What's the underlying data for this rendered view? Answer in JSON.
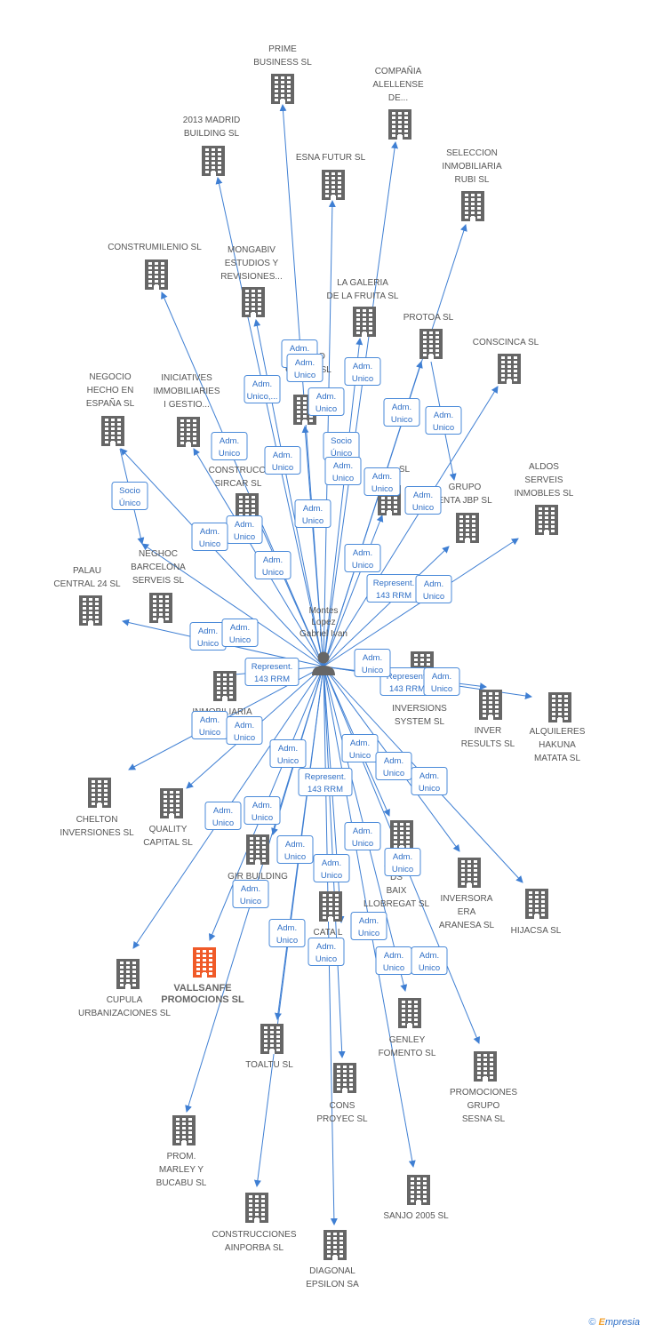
{
  "person": {
    "name_lines": [
      "Montes",
      "Lopez",
      "Gabriel Ivan"
    ]
  },
  "nodes": [
    {
      "id": "prime",
      "lines": [
        "PRIME",
        "BUSINESS SL"
      ]
    },
    {
      "id": "alellense",
      "lines": [
        "COMPAÑIA",
        "ALELLENSE",
        "DE..."
      ]
    },
    {
      "id": "madrid2013",
      "lines": [
        "2013 MADRID",
        "BUILDING SL"
      ]
    },
    {
      "id": "esna",
      "lines": [
        "ESNA FUTUR SL"
      ]
    },
    {
      "id": "seleccion",
      "lines": [
        "SELECCION",
        "INMOBILIARIA",
        "RUBI SL"
      ]
    },
    {
      "id": "construmilenio",
      "lines": [
        "CONSTRUMILENIO SL"
      ]
    },
    {
      "id": "mongabiv",
      "lines": [
        "MONGABIV",
        "ESTUDIOS Y",
        "REVISIONES..."
      ]
    },
    {
      "id": "galeria",
      "lines": [
        "LA GALERIA",
        "DE LA FRUITA SL"
      ]
    },
    {
      "id": "protoa",
      "lines": [
        "PROTOA SL"
      ]
    },
    {
      "id": "conscinca",
      "lines": [
        "CONSCINCA SL"
      ]
    },
    {
      "id": "negocio",
      "lines": [
        "NEGOCIO",
        "HECHO EN",
        "ESPAÑA SL"
      ]
    },
    {
      "id": "iniciatives",
      "lines": [
        "INICIATIVES",
        "IMMOBILIARIES",
        "I GESTIO..."
      ]
    },
    {
      "id": "gestio",
      "lines": [
        "GESTIO",
        "OGUER SL"
      ]
    },
    {
      "id": "sircar",
      "lines": [
        "CONSTRUCCI",
        "SIRCAR SL"
      ]
    },
    {
      "id": "sl530",
      "lines": [
        "SL"
      ]
    },
    {
      "id": "grupo",
      "lines": [
        "GRUPO",
        "ENTA JBP SL"
      ]
    },
    {
      "id": "aldos",
      "lines": [
        "ALDOS",
        "SERVEIS",
        "INMOBLES SL"
      ]
    },
    {
      "id": "neghoc",
      "lines": [
        "NEGHOC",
        "BARCELONA",
        "SERVEIS SL"
      ]
    },
    {
      "id": "palau",
      "lines": [
        "PALAU",
        "CENTRAL 24 SL"
      ]
    },
    {
      "id": "inversions",
      "lines": [
        "INVERSIONS",
        "SYSTEM  SL"
      ]
    },
    {
      "id": "inver",
      "lines": [
        "INVER",
        "RESULTS SL"
      ]
    },
    {
      "id": "alquileres",
      "lines": [
        "ALQUILERES",
        "HAKUNA",
        "MATATA SL"
      ]
    },
    {
      "id": "inmobiliaria",
      "lines": [
        "INMOBILIARIA"
      ]
    },
    {
      "id": "chelton",
      "lines": [
        "CHELTON",
        "INVERSIONES SL"
      ]
    },
    {
      "id": "quality",
      "lines": [
        "QUALITY",
        "CAPITAL SL"
      ]
    },
    {
      "id": "gir",
      "lines": [
        "GIR BUILDING",
        "CO..."
      ]
    },
    {
      "id": "autos",
      "lines": [
        "AUTO",
        "DS",
        "BAIX",
        "LLOBREGAT SL"
      ]
    },
    {
      "id": "inversora",
      "lines": [
        "INVERSORA",
        "ERA",
        "ARANESA SL"
      ]
    },
    {
      "id": "hijacsa",
      "lines": [
        "HIJACSA SL"
      ]
    },
    {
      "id": "catal",
      "lines": [
        "CATA L",
        "EZ"
      ]
    },
    {
      "id": "cupula",
      "lines": [
        "CUPULA",
        "URBANIZACIONES SL"
      ]
    },
    {
      "id": "vallsanfe",
      "lines": [
        "VALLSANFE",
        "PROMOCIONS SL"
      ]
    },
    {
      "id": "genley",
      "lines": [
        "GENLEY",
        "FOMENTO SL"
      ]
    },
    {
      "id": "toaltu",
      "lines": [
        "TOALTU SL"
      ]
    },
    {
      "id": "promociones",
      "lines": [
        "PROMOCIONES",
        "GRUPO",
        "SESNA SL"
      ]
    },
    {
      "id": "cons",
      "lines": [
        "CONS",
        "PROYEC SL"
      ]
    },
    {
      "id": "marley",
      "lines": [
        "PROM.",
        "MARLEY Y",
        "BUCABU SL"
      ]
    },
    {
      "id": "sanjo",
      "lines": [
        "SANJO 2005 SL"
      ]
    },
    {
      "id": "ainporba",
      "lines": [
        "CONSTRUCCIONES",
        "AINPORBA SL"
      ]
    },
    {
      "id": "diagonal",
      "lines": [
        "DIAGONAL",
        "EPSILON SA"
      ]
    }
  ],
  "roles": [
    {
      "lines": [
        "Adm.",
        "Unico"
      ]
    },
    {
      "lines": [
        "Adm.",
        "Unico,..."
      ]
    },
    {
      "lines": [
        "Adm.",
        "Unico"
      ]
    },
    {
      "lines": [
        "Adm.",
        "Unico"
      ]
    },
    {
      "lines": [
        "Adm.",
        "Unico"
      ]
    },
    {
      "lines": [
        "Adm.",
        "Unico"
      ]
    },
    {
      "lines": [
        "Socio",
        "Único"
      ]
    },
    {
      "lines": [
        "Adm.",
        "Unico"
      ]
    },
    {
      "lines": [
        "Adm.",
        "Unico"
      ]
    },
    {
      "lines": [
        "Adm.",
        "Unico"
      ]
    },
    {
      "lines": [
        "Adm.",
        "Unico"
      ]
    },
    {
      "lines": [
        "Socio",
        "Único"
      ]
    },
    {
      "lines": [
        "Adm.",
        "Unico"
      ]
    },
    {
      "lines": [
        "Adm.",
        "Unico"
      ]
    },
    {
      "lines": [
        "Adm.",
        "Unico"
      ]
    },
    {
      "lines": [
        "Adm.",
        "Unico"
      ]
    },
    {
      "lines": [
        "Adm.",
        "Unico"
      ]
    },
    {
      "lines": [
        "Adm.",
        "Unico"
      ]
    },
    {
      "lines": [
        "Represent.",
        "143 RRM"
      ]
    },
    {
      "lines": [
        "Adm.",
        "Unico"
      ]
    },
    {
      "lines": [
        "Adm.",
        "Unico"
      ]
    },
    {
      "lines": [
        "Adm.",
        "Unico"
      ]
    },
    {
      "lines": [
        "Represent.",
        "143 RRM"
      ]
    },
    {
      "lines": [
        "Adm.",
        "Unico"
      ]
    },
    {
      "lines": [
        "Represent.",
        "143 RRM"
      ]
    },
    {
      "lines": [
        "Adm.",
        "Unico"
      ]
    },
    {
      "lines": [
        "Adm.",
        "Unico"
      ]
    },
    {
      "lines": [
        "Adm.",
        "Unico"
      ]
    },
    {
      "lines": [
        "Adm.",
        "Unico"
      ]
    },
    {
      "lines": [
        "Adm.",
        "Unico"
      ]
    },
    {
      "lines": [
        "Adm.",
        "Unico"
      ]
    },
    {
      "lines": [
        "Adm.",
        "Unico"
      ]
    },
    {
      "lines": [
        "Adm.",
        "Unico"
      ]
    },
    {
      "lines": [
        "Adm.",
        "Unico"
      ]
    },
    {
      "lines": [
        "Represent.",
        "143 RRM"
      ]
    },
    {
      "lines": [
        "Adm.",
        "Unico"
      ]
    },
    {
      "lines": [
        "Adm.",
        "Unico"
      ]
    },
    {
      "lines": [
        "Adm.",
        "Unico"
      ]
    },
    {
      "lines": [
        "Adm.",
        "Unico"
      ]
    },
    {
      "lines": [
        "Adm.",
        "Unico"
      ]
    },
    {
      "lines": [
        "Adm.",
        "Unico"
      ]
    },
    {
      "lines": [
        "Adm.",
        "Unico"
      ]
    },
    {
      "lines": [
        "Adm.",
        "Unico"
      ]
    },
    {
      "lines": [
        "Adm.",
        "Unico"
      ]
    },
    {
      "lines": [
        "Adm.",
        "Unico"
      ]
    },
    {
      "lines": [
        "Adm.",
        "Unico"
      ]
    }
  ],
  "colors": {
    "building": "#666666",
    "building_target": "#f05a28",
    "edge": "#3f7fd3",
    "person": "#666666"
  },
  "footer": {
    "copyright": "©",
    "brand_e": "E",
    "brand_rest": "mpresia"
  }
}
